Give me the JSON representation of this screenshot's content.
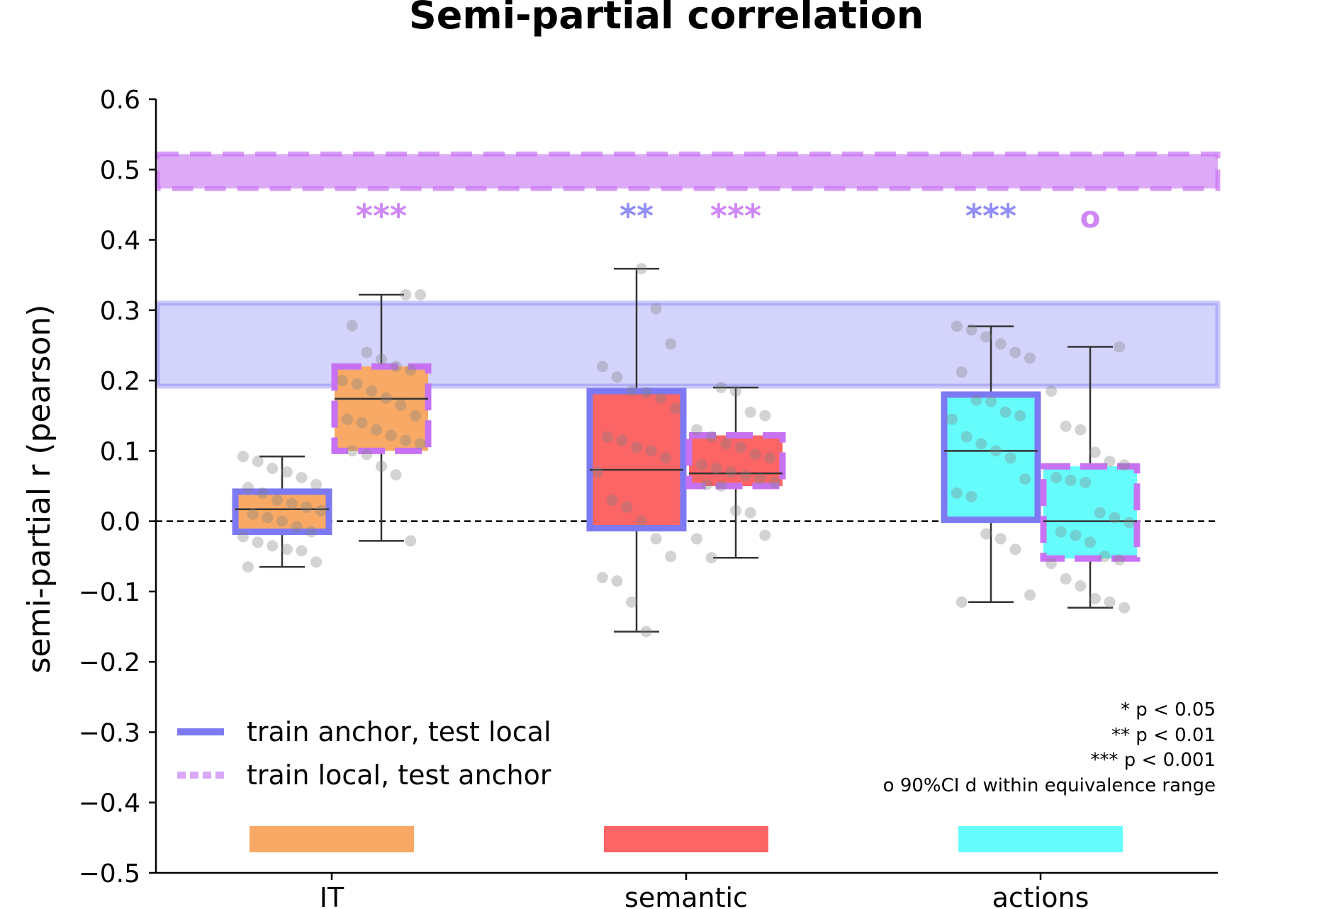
{
  "chart_data": {
    "type": "box",
    "title": "Semi-partial correlation",
    "ylabel": "semi-partial r (pearson)",
    "xlabel": "",
    "ylim": [
      -0.5,
      0.6
    ],
    "yticks": [
      0.6,
      0.5,
      0.4,
      0.3,
      0.2,
      0.1,
      0.0,
      -0.1,
      -0.2,
      -0.3,
      -0.4,
      -0.5
    ],
    "ytick_labels": [
      "0.6",
      "0.5",
      "0.4",
      "0.3",
      "0.2",
      "0.1",
      "0.0",
      "−0.1",
      "−0.2",
      "−0.3",
      "−0.4",
      "−0.5"
    ],
    "categories": [
      "IT",
      "semantic",
      "actions"
    ],
    "category_colors": [
      "#f7a965",
      "#fb6566",
      "#66fcfc"
    ],
    "zero_line": 0.0,
    "noise_ceiling_bands": [
      {
        "series": "train local, test anchor",
        "low": 0.473,
        "high": 0.522,
        "color": "#c772f3"
      },
      {
        "series": "train anchor, test local",
        "low": 0.192,
        "high": 0.31,
        "color": "#7d79f3"
      }
    ],
    "series": [
      {
        "name": "train anchor, test local",
        "edge_color": "#7d79f3",
        "edge_style": "solid"
      },
      {
        "name": "train local, test anchor",
        "edge_color": "#c772f3",
        "edge_style": "dashed"
      }
    ],
    "boxes": [
      {
        "category": "IT",
        "series": "train anchor, test local",
        "whisker_low": -0.065,
        "q1": -0.015,
        "median": 0.017,
        "q3": 0.042,
        "whisker_high": 0.092,
        "points": [
          0.092,
          0.085,
          0.075,
          0.07,
          0.062,
          0.052,
          0.048,
          0.04,
          0.03,
          0.025,
          0.02,
          0.015,
          0.01,
          0.005,
          0.0,
          -0.008,
          -0.015,
          -0.022,
          -0.03,
          -0.035,
          -0.04,
          -0.042,
          -0.058,
          -0.065
        ],
        "significance": ""
      },
      {
        "category": "IT",
        "series": "train local, test anchor",
        "whisker_low": -0.028,
        "q1": 0.1,
        "median": 0.174,
        "q3": 0.22,
        "whisker_high": 0.322,
        "points": [
          0.322,
          0.322,
          0.278,
          0.24,
          0.23,
          0.22,
          0.215,
          0.2,
          0.195,
          0.185,
          0.175,
          0.165,
          0.15,
          0.145,
          0.14,
          0.13,
          0.122,
          0.115,
          0.11,
          0.1,
          0.095,
          0.078,
          0.066,
          -0.028
        ],
        "significance": "***"
      },
      {
        "category": "semantic",
        "series": "train anchor, test local",
        "whisker_low": -0.157,
        "q1": -0.01,
        "median": 0.073,
        "q3": 0.185,
        "whisker_high": 0.359,
        "points": [
          0.359,
          0.302,
          0.252,
          0.22,
          0.205,
          0.185,
          0.183,
          0.175,
          0.16,
          0.12,
          0.115,
          0.105,
          0.1,
          0.09,
          0.07,
          0.03,
          0.02,
          0.0,
          -0.025,
          -0.05,
          -0.08,
          -0.085,
          -0.115,
          -0.157
        ],
        "significance": "**"
      },
      {
        "category": "semantic",
        "series": "train local, test anchor",
        "whisker_low": -0.052,
        "q1": 0.05,
        "median": 0.068,
        "q3": 0.122,
        "whisker_high": 0.19,
        "points": [
          0.19,
          0.185,
          0.155,
          0.15,
          0.13,
          0.12,
          0.11,
          0.105,
          0.095,
          0.09,
          0.08,
          0.075,
          0.07,
          0.065,
          0.06,
          0.055,
          0.052,
          0.05,
          0.015,
          0.012,
          -0.02,
          -0.025,
          -0.052
        ],
        "significance": "***"
      },
      {
        "category": "actions",
        "series": "train anchor, test local",
        "whisker_low": -0.115,
        "q1": 0.002,
        "median": 0.1,
        "q3": 0.18,
        "whisker_high": 0.277,
        "points": [
          0.277,
          0.272,
          0.262,
          0.252,
          0.24,
          0.232,
          0.212,
          0.172,
          0.17,
          0.155,
          0.15,
          0.145,
          0.12,
          0.11,
          0.1,
          0.09,
          0.06,
          0.04,
          0.035,
          -0.018,
          -0.025,
          -0.04,
          -0.105,
          -0.115
        ],
        "significance": "***"
      },
      {
        "category": "actions",
        "series": "train local, test anchor",
        "whisker_low": -0.123,
        "q1": -0.053,
        "median": 0.0,
        "q3": 0.078,
        "whisker_high": 0.248,
        "points": [
          0.248,
          0.185,
          0.135,
          0.13,
          0.098,
          0.085,
          0.08,
          0.062,
          0.058,
          0.055,
          0.012,
          0.005,
          -0.002,
          -0.015,
          -0.02,
          -0.03,
          -0.05,
          -0.055,
          -0.06,
          -0.082,
          -0.092,
          -0.11,
          -0.115,
          -0.123
        ],
        "significance": "o"
      }
    ],
    "legend": {
      "placement": "lower-left",
      "entries": [
        {
          "label": "train anchor, test local",
          "color": "#7d79f3",
          "style": "solid"
        },
        {
          "label": "train local, test anchor",
          "color": "#d9a9f7",
          "style": "dotted"
        }
      ]
    },
    "significance_note": [
      "* p < 0.05",
      "** p < 0.01",
      "*** p < 0.001",
      "o 90%CI d within equivalence range"
    ]
  }
}
